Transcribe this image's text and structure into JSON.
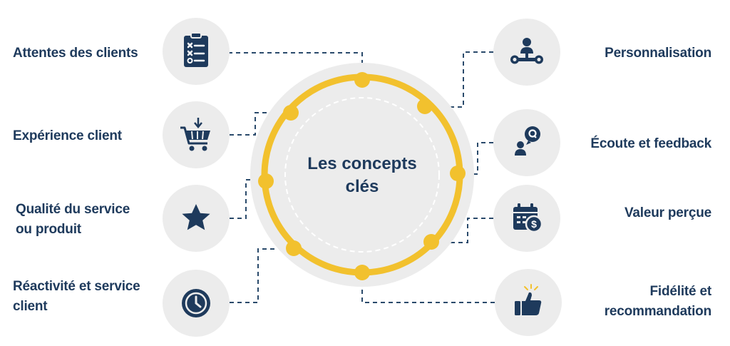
{
  "center": {
    "title_line1": "Les concepts",
    "title_line2": "clés"
  },
  "left_items": [
    {
      "label_line1": "Attentes des clients",
      "label_line2": "",
      "icon": "checklist-icon"
    },
    {
      "label_line1": "Expérience client",
      "label_line2": "",
      "icon": "shopping-cart-icon"
    },
    {
      "label_line1": "Qualité du service",
      "label_line2": "ou produit",
      "icon": "star-icon"
    },
    {
      "label_line1": "Réactivité et service",
      "label_line2": "client",
      "icon": "clock-icon"
    }
  ],
  "right_items": [
    {
      "label_line1": "Personnalisation",
      "label_line2": "",
      "icon": "person-settings-icon"
    },
    {
      "label_line1": "Écoute et feedback",
      "label_line2": "",
      "icon": "person-question-icon"
    },
    {
      "label_line1": "Valeur perçue",
      "label_line2": "",
      "icon": "calendar-dollar-icon"
    },
    {
      "label_line1": "Fidélité et",
      "label_line2": "recommandation",
      "icon": "thumbs-up-icon"
    }
  ],
  "colors": {
    "navy": "#1e3a5c",
    "yellow": "#f2c12e",
    "circle_gray": "#ececec",
    "connector": "#2a4a6b"
  }
}
